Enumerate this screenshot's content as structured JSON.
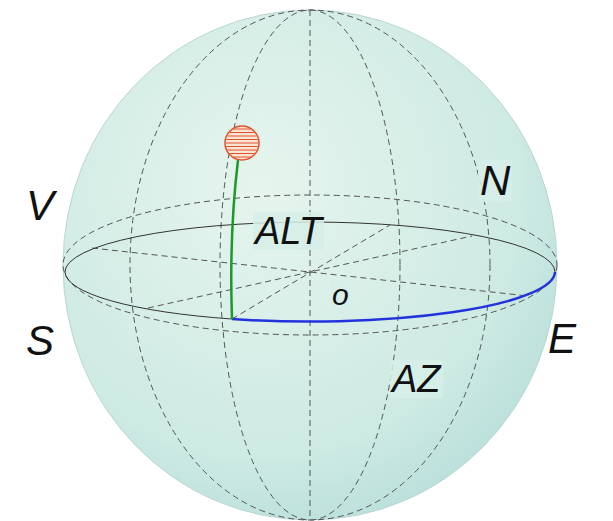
{
  "diagram": {
    "labels": [
      "V",
      "N",
      "ALT",
      "o",
      "S",
      "E",
      "AZ"
    ]
  }
}
